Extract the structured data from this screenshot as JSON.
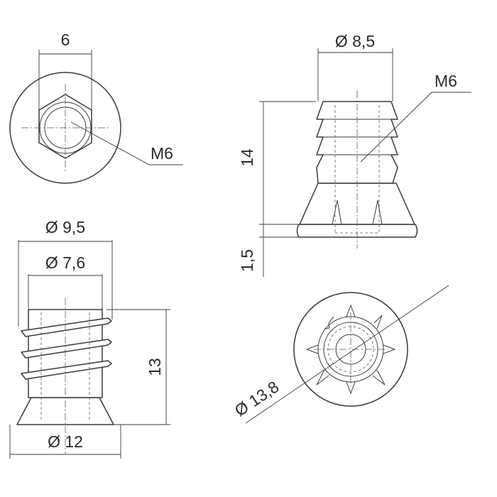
{
  "labels": {
    "hex_width": "6",
    "hex_thread": "M6",
    "top_diameter": "Ø 8,5",
    "insert_thread": "M6",
    "insert_height": "14",
    "flange_height": "1,5",
    "outer_diameter": "Ø 9,5",
    "core_diameter": "Ø 7,6",
    "screw_height": "13",
    "flange_diameter": "Ø 12",
    "bottom_diameter": "Ø 13,8"
  }
}
